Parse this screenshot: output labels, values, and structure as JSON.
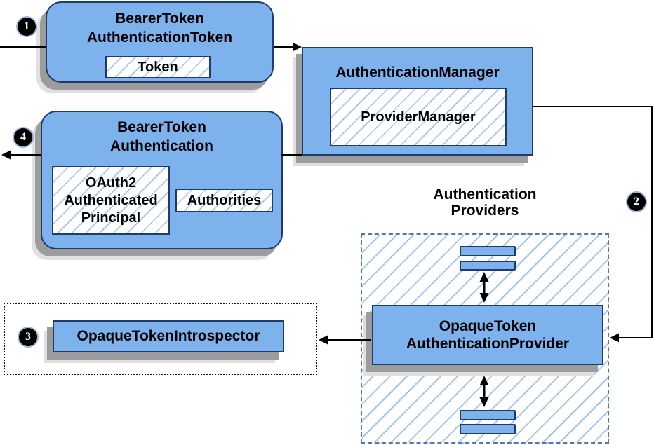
{
  "diagram": {
    "badges": {
      "step1": "1",
      "step2": "2",
      "step3": "3",
      "step4": "4"
    },
    "nodes": {
      "bearer_token_authentication_token": {
        "title": "BearerToken\nAuthenticationToken",
        "token": "Token"
      },
      "authentication_manager": {
        "title": "AuthenticationManager",
        "provider_manager": "ProviderManager"
      },
      "bearer_token_authentication": {
        "title": "BearerToken\nAuthentication",
        "principal": "OAuth2\nAuthenticated\nPrincipal",
        "authorities": "Authorities"
      },
      "opaque_token_authentication_provider": {
        "title": "OpaqueToken\nAuthenticationProvider"
      },
      "opaque_token_introspector": {
        "title": "OpaqueTokenIntrospector"
      }
    },
    "groups": {
      "authentication_providers": {
        "label": "Authentication\nProviders"
      }
    },
    "colors": {
      "node_fill": "#7eb2ec",
      "node_border": "#1e3a6e",
      "hatch_line": "#9cc3ee",
      "dashed_border": "#4d79b4",
      "dotted_border": "#111111",
      "shadow_dark": "#9c9c9c",
      "shadow_light": "#e0e0e0",
      "connector": "#000000",
      "badge_bg": "#000000",
      "badge_text": "#ffffff"
    }
  }
}
